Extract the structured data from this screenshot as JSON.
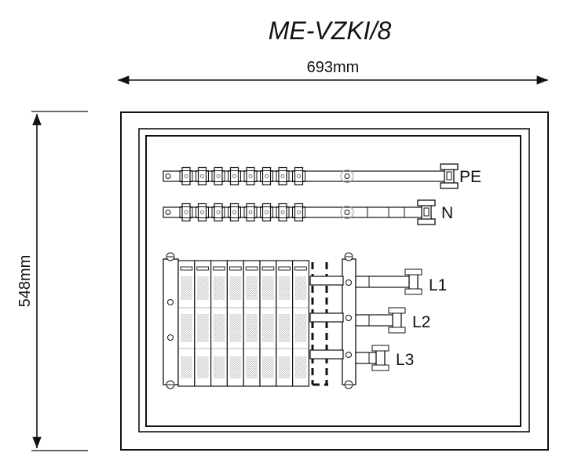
{
  "title": "ME-VZKI/8",
  "dimensions": {
    "width_label": "693mm",
    "height_label": "548mm"
  },
  "busbars": {
    "pe_label": "PE",
    "n_label": "N",
    "terminal_count": 8
  },
  "distribution": {
    "module_count": 8,
    "phase_labels": [
      "L1",
      "L2",
      "L3"
    ]
  },
  "colors": {
    "stroke": "#111111",
    "hatch": "#c8c8c8",
    "background": "#ffffff"
  }
}
